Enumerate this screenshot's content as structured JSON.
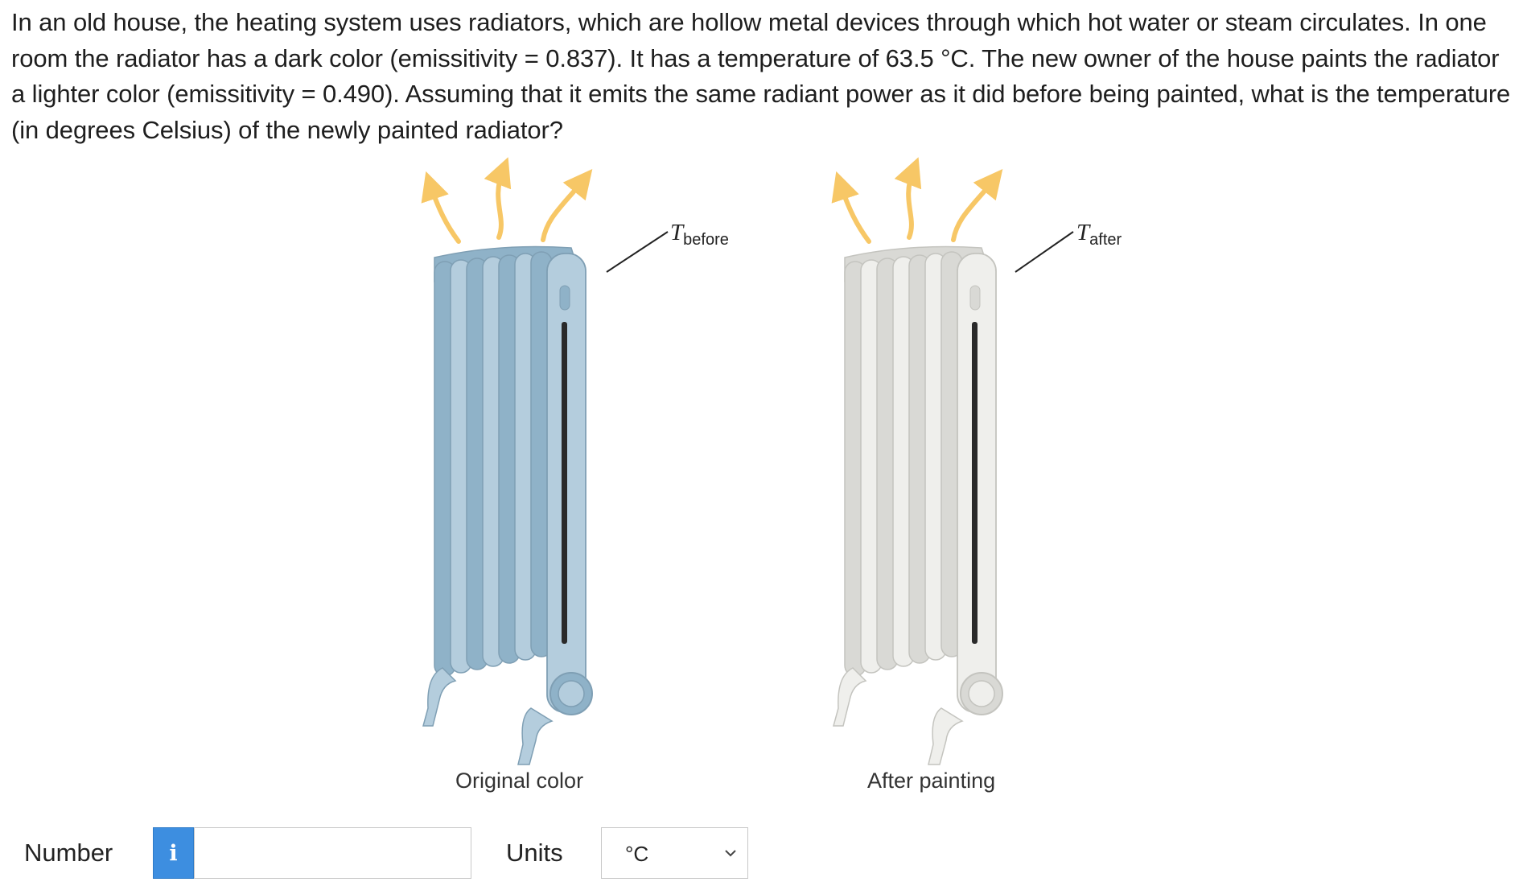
{
  "question": {
    "text": "In an old house, the heating system uses radiators, which are hollow metal devices through which hot water or steam circulates. In one room the radiator has a dark color (emissitivity = 0.837). It has a temperature of 63.5 °C. The new owner of the house paints the radiator a lighter color (emissitivity = 0.490). Assuming that it emits the same radiant power as it did before being painted, what is the temperature (in degrees Celsius) of the newly painted radiator?"
  },
  "figure": {
    "left": {
      "caption": "Original color",
      "t_symbol": "T",
      "t_subscript": "before",
      "fill": "#b4cddd",
      "shade": "#8fb2c8",
      "stroke": "#7f9fb4"
    },
    "right": {
      "caption": "After painting",
      "t_symbol": "T",
      "t_subscript": "after",
      "fill": "#efefec",
      "shade": "#d9d9d5",
      "stroke": "#c4c4bf"
    },
    "arrow_color": "#f7c766"
  },
  "answer": {
    "number_label": "Number",
    "info_icon_glyph": "i",
    "number_value": "",
    "number_placeholder": "",
    "units_label": "Units",
    "units_selected": "°C",
    "info_color": "#3d8ee0"
  }
}
